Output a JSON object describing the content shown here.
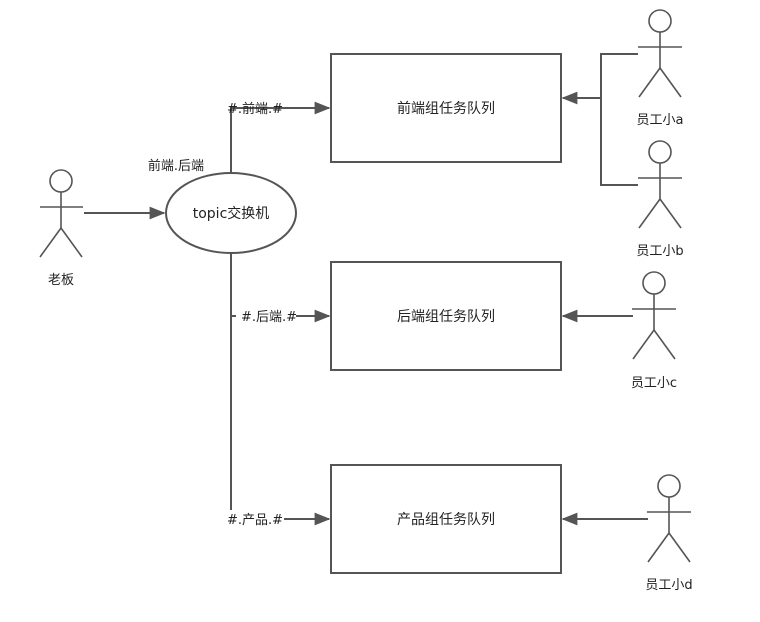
{
  "diagram": {
    "boss": {
      "label": "老板"
    },
    "exchange": {
      "label": "topic交换机"
    },
    "publish_routing_key": "前端.后端",
    "bindings": [
      {
        "key": "#.前端.#"
      },
      {
        "key": "#.后端.#"
      },
      {
        "key": "#.产品.#"
      }
    ],
    "queues": [
      {
        "label": "前端组任务队列"
      },
      {
        "label": "后端组任务队列"
      },
      {
        "label": "产品组任务队列"
      }
    ],
    "workers": [
      {
        "label": "员工小a"
      },
      {
        "label": "员工小b"
      },
      {
        "label": "员工小c"
      },
      {
        "label": "员工小d"
      }
    ]
  }
}
